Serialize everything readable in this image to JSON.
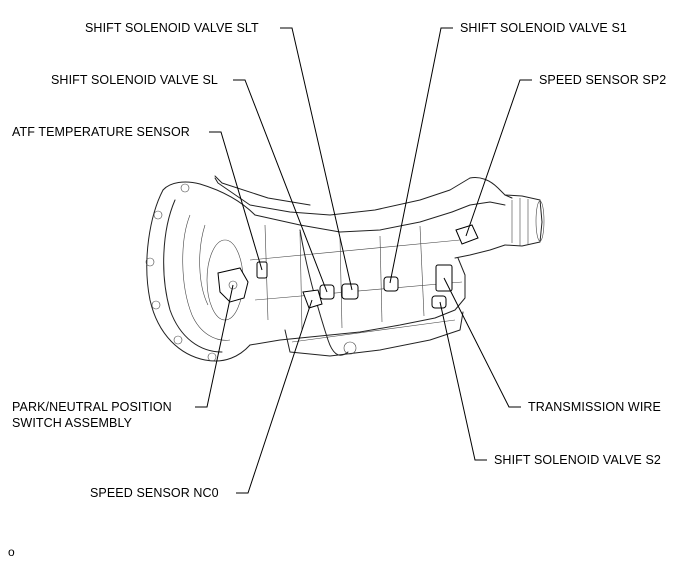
{
  "labels": {
    "slt": "SHIFT SOLENOID VALVE SLT",
    "s1": "SHIFT SOLENOID VALVE S1",
    "sl": "SHIFT SOLENOID VALVE SL",
    "sp2": "SPEED SENSOR SP2",
    "atf": "ATF TEMPERATURE SENSOR",
    "pnp_line1": "PARK/NEUTRAL POSITION",
    "pnp_line2": "SWITCH ASSEMBLY",
    "trans_wire": "TRANSMISSION WIRE",
    "s2": "SHIFT SOLENOID VALVE S2",
    "nc0": "SPEED SENSOR NC0",
    "footer_mark": "o"
  }
}
